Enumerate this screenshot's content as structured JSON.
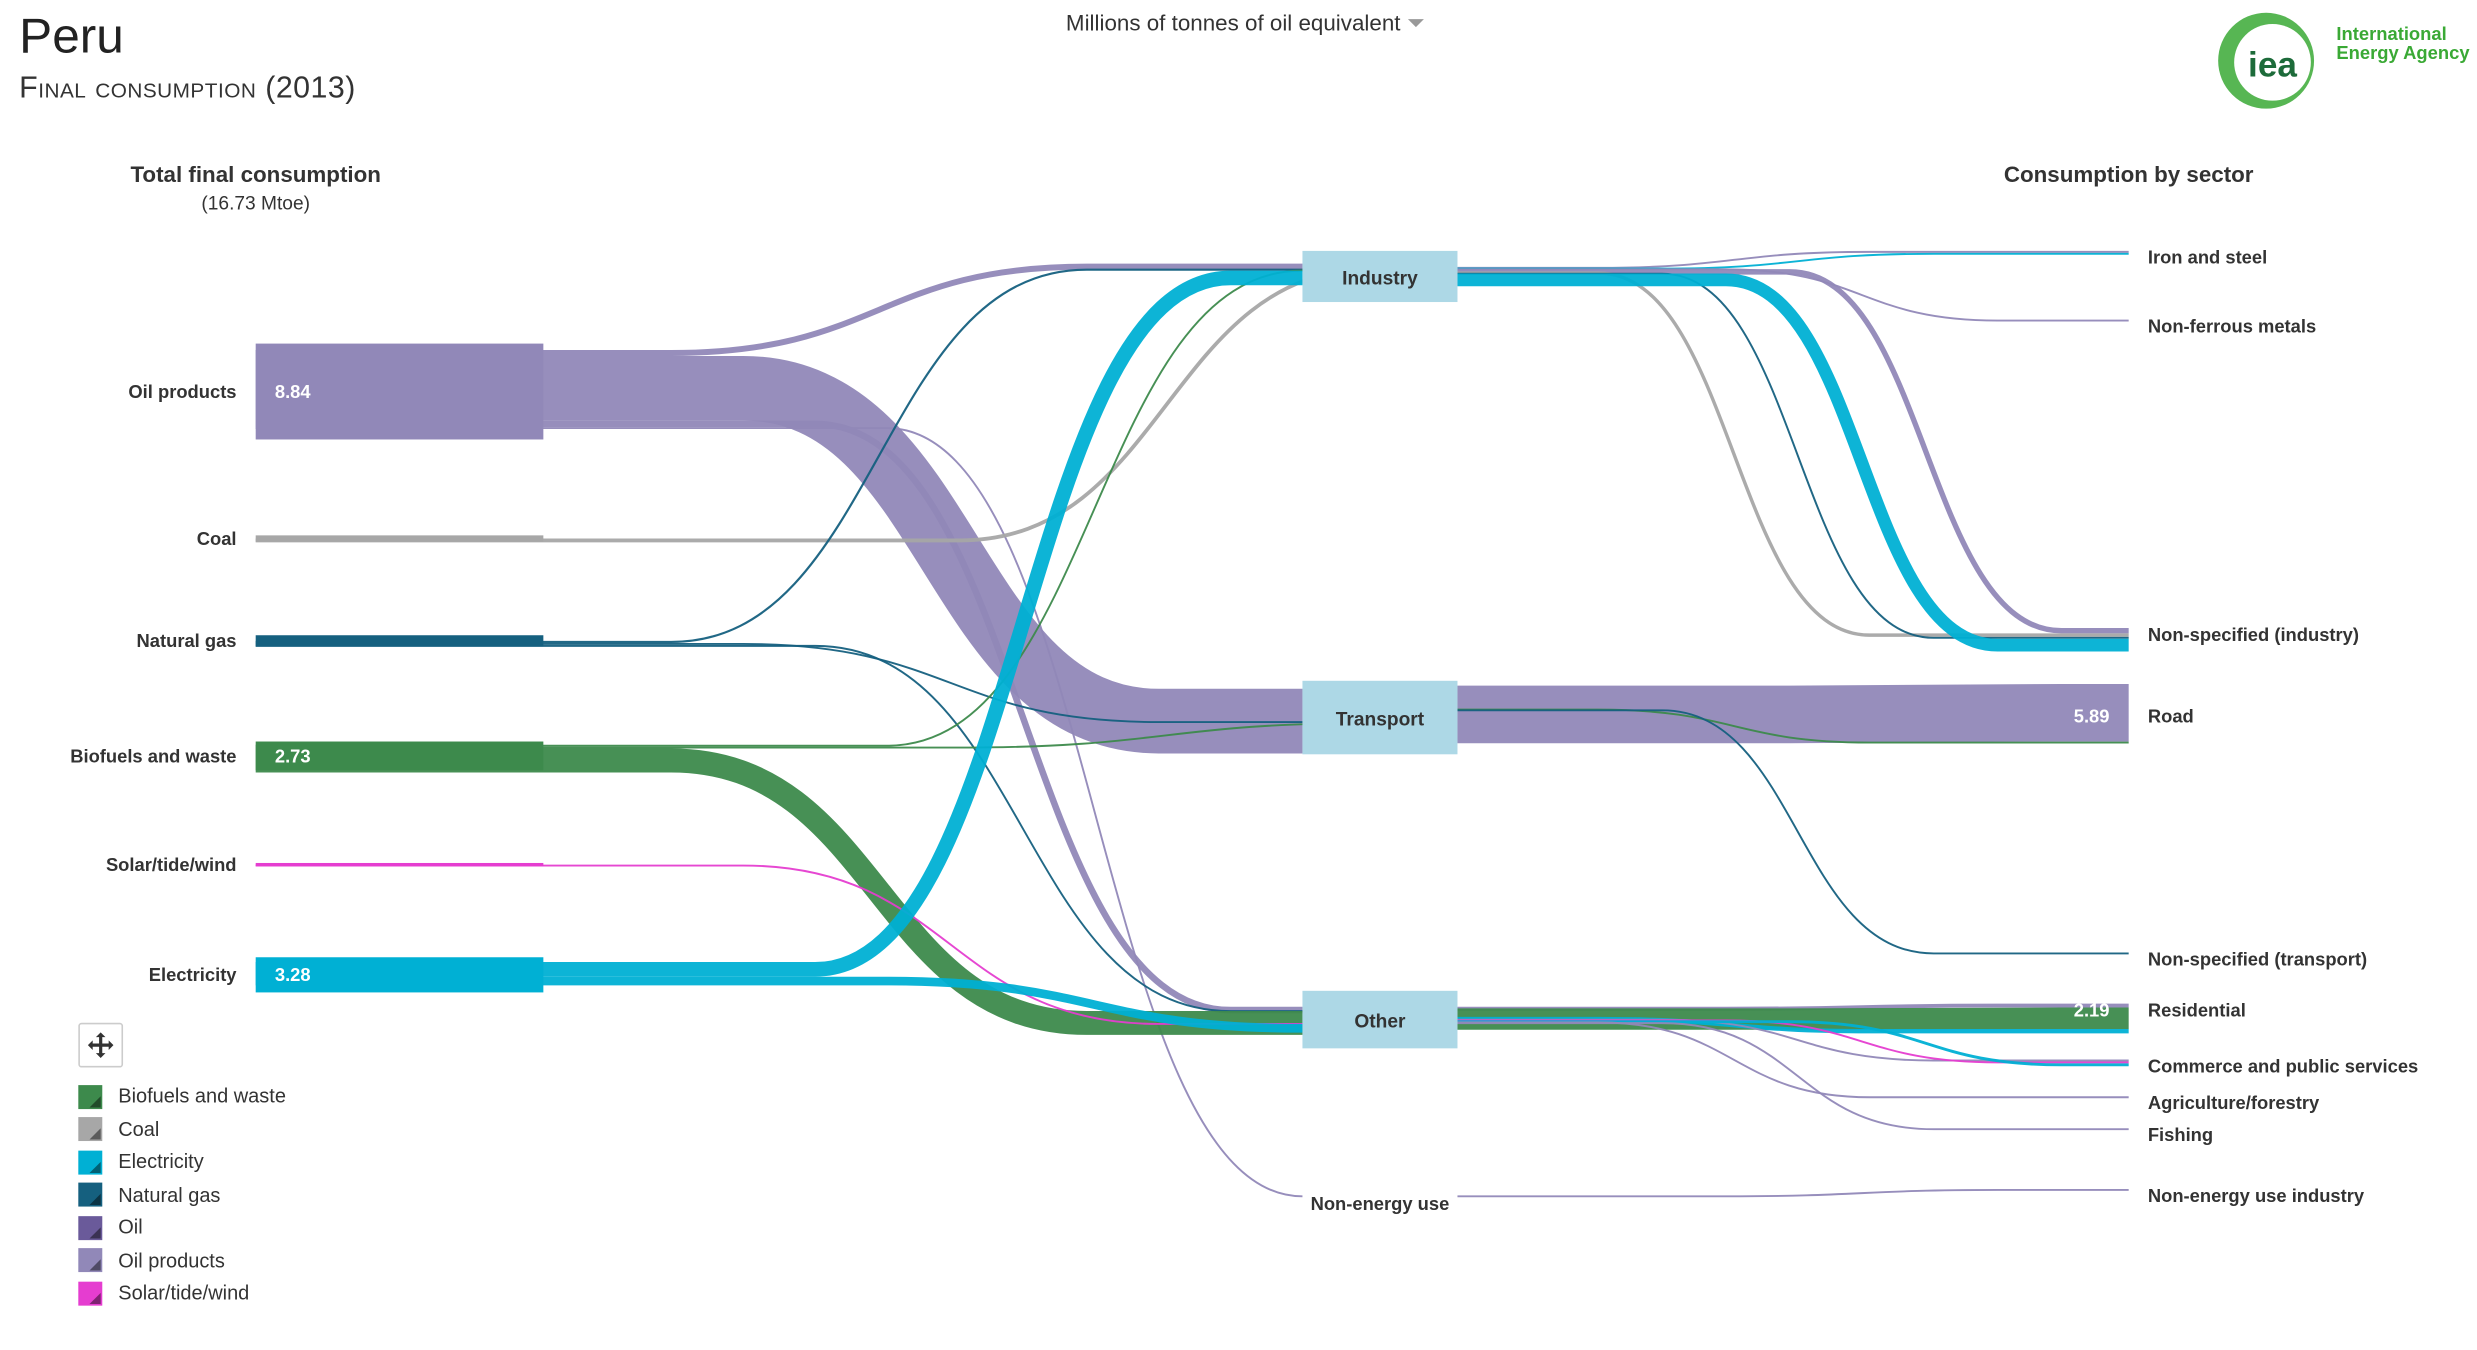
{
  "header": {
    "country": "Peru",
    "subtitle": "Final consumption (2013)",
    "unit_selector": "Millions of tonnes of oil equivalent"
  },
  "logo": {
    "line1": "International",
    "line2": "Energy Agency",
    "mark": "iea"
  },
  "left_panel": {
    "title": "Total final consumption",
    "total": "(16.73 Mtoe)"
  },
  "right_panel": {
    "title": "Consumption by sector"
  },
  "colors": {
    "oil_products": "#9188b8",
    "coal": "#a7a7a7",
    "natural_gas": "#15607f",
    "biofuels": "#3d8a4c",
    "solar": "#e53dd0",
    "electricity": "#00b0d4",
    "oil": "#6a5a9a",
    "hub": "#add8e6"
  },
  "chart_data": {
    "type": "sankey",
    "unit": "Mtoe",
    "sources": [
      {
        "key": "oil_products",
        "label": "Oil products",
        "value": 8.84,
        "value_label": "8.84"
      },
      {
        "key": "coal",
        "label": "Coal"
      },
      {
        "key": "natural_gas",
        "label": "Natural gas"
      },
      {
        "key": "biofuels",
        "label": "Biofuels and waste",
        "value": 2.73,
        "value_label": "2.73"
      },
      {
        "key": "solar",
        "label": "Solar/tide/wind"
      },
      {
        "key": "electricity",
        "label": "Electricity",
        "value": 3.28,
        "value_label": "3.28"
      }
    ],
    "sectors": [
      {
        "key": "industry",
        "label": "Industry"
      },
      {
        "key": "transport",
        "label": "Transport"
      },
      {
        "key": "other",
        "label": "Other"
      },
      {
        "key": "non_energy",
        "label": "Non-energy use"
      }
    ],
    "subsectors": [
      {
        "key": "iron",
        "sector": "industry",
        "label": "Iron and steel"
      },
      {
        "key": "nonferrous",
        "sector": "industry",
        "label": "Non-ferrous metals"
      },
      {
        "key": "nsindustry",
        "sector": "industry",
        "label": "Non-specified (industry)"
      },
      {
        "key": "road",
        "sector": "transport",
        "label": "Road",
        "value": 5.89,
        "value_label": "5.89"
      },
      {
        "key": "nstransport",
        "sector": "transport",
        "label": "Non-specified (transport)"
      },
      {
        "key": "residential",
        "sector": "other",
        "label": "Residential",
        "value": 2.19,
        "value_label": "2.19"
      },
      {
        "key": "commerce",
        "sector": "other",
        "label": "Commerce and public services"
      },
      {
        "key": "agri",
        "sector": "other",
        "label": "Agriculture/forestry"
      },
      {
        "key": "fishing",
        "sector": "other",
        "label": "Fishing"
      },
      {
        "key": "neuindustry",
        "sector": "non_energy",
        "label": "Non-energy use industry"
      }
    ],
    "flows_source_to_sector": [
      {
        "from": "oil_products",
        "to": "industry",
        "value": 0.55
      },
      {
        "from": "oil_products",
        "to": "transport",
        "value": 5.95
      },
      {
        "from": "oil_products",
        "to": "other",
        "value": 0.6
      },
      {
        "from": "oil_products",
        "to": "non_energy",
        "value": 0.1
      },
      {
        "from": "coal",
        "to": "industry",
        "value": 0.35
      },
      {
        "from": "natural_gas",
        "to": "industry",
        "value": 0.2
      },
      {
        "from": "natural_gas",
        "to": "transport",
        "value": 0.15
      },
      {
        "from": "natural_gas",
        "to": "other",
        "value": 0.05
      },
      {
        "from": "biofuels",
        "to": "industry",
        "value": 0.05
      },
      {
        "from": "biofuels",
        "to": "transport",
        "value": 0.1
      },
      {
        "from": "biofuels",
        "to": "other",
        "value": 2.2
      },
      {
        "from": "solar",
        "to": "other",
        "value": 0.03
      },
      {
        "from": "electricity",
        "to": "industry",
        "value": 1.35
      },
      {
        "from": "electricity",
        "to": "other",
        "value": 0.8
      }
    ],
    "flows_sector_to_subsector": [
      {
        "from": "industry",
        "to": "iron",
        "fuel": "oil_products",
        "value": 0.03
      },
      {
        "from": "industry",
        "to": "iron",
        "fuel": "electricity",
        "value": 0.05
      },
      {
        "from": "industry",
        "to": "nonferrous",
        "fuel": "oil_products",
        "value": 0.02
      },
      {
        "from": "industry",
        "to": "nsindustry",
        "fuel": "oil_products",
        "value": 0.55
      },
      {
        "from": "industry",
        "to": "nsindustry",
        "fuel": "coal",
        "value": 0.35
      },
      {
        "from": "industry",
        "to": "nsindustry",
        "fuel": "natural_gas",
        "value": 0.2
      },
      {
        "from": "industry",
        "to": "nsindustry",
        "fuel": "electricity",
        "value": 1.3
      },
      {
        "from": "transport",
        "to": "road",
        "fuel": "oil_products",
        "value": 5.89
      },
      {
        "from": "transport",
        "to": "road",
        "fuel": "biofuels",
        "value": 0.1
      },
      {
        "from": "transport",
        "to": "nstransport",
        "fuel": "natural_gas",
        "value": 0.1
      },
      {
        "from": "other",
        "to": "residential",
        "fuel": "oil_products",
        "value": 0.4
      },
      {
        "from": "other",
        "to": "residential",
        "fuel": "biofuels",
        "value": 2.19
      },
      {
        "from": "other",
        "to": "residential",
        "fuel": "electricity",
        "value": 0.45
      },
      {
        "from": "other",
        "to": "commerce",
        "fuel": "oil_products",
        "value": 0.1
      },
      {
        "from": "other",
        "to": "commerce",
        "fuel": "solar",
        "value": 0.03
      },
      {
        "from": "other",
        "to": "commerce",
        "fuel": "electricity",
        "value": 0.3
      },
      {
        "from": "other",
        "to": "agri",
        "fuel": "oil_products",
        "value": 0.05
      },
      {
        "from": "other",
        "to": "fishing",
        "fuel": "oil_products",
        "value": 0.05
      },
      {
        "from": "non_energy",
        "to": "neuindustry",
        "fuel": "oil_products",
        "value": 0.1
      }
    ],
    "legend": [
      {
        "key": "biofuels",
        "label": "Biofuels and waste"
      },
      {
        "key": "coal",
        "label": "Coal"
      },
      {
        "key": "electricity",
        "label": "Electricity"
      },
      {
        "key": "natural_gas",
        "label": "Natural gas"
      },
      {
        "key": "oil",
        "label": "Oil"
      },
      {
        "key": "oil_products",
        "label": "Oil products"
      },
      {
        "key": "solar",
        "label": "Solar/tide/wind"
      }
    ]
  }
}
